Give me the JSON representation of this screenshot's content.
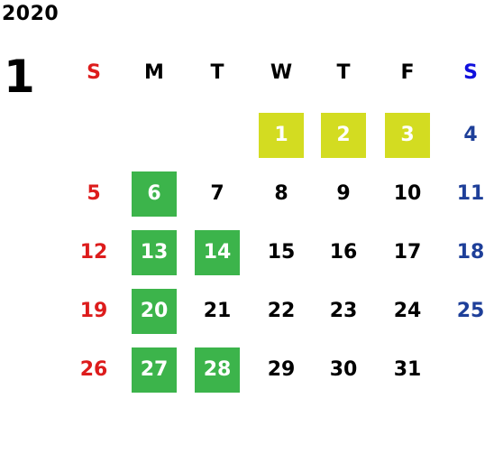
{
  "year": "2020",
  "month": "1",
  "weekdays": [
    {
      "label": "S",
      "type": "sun"
    },
    {
      "label": "M",
      "type": "weekday"
    },
    {
      "label": "T",
      "type": "weekday"
    },
    {
      "label": "W",
      "type": "weekday"
    },
    {
      "label": "T",
      "type": "weekday"
    },
    {
      "label": "F",
      "type": "weekday"
    },
    {
      "label": "S",
      "type": "sat"
    }
  ],
  "weeks": [
    [
      null,
      null,
      null,
      {
        "day": "1",
        "mark": "new-year"
      },
      {
        "day": "2",
        "mark": "new-year"
      },
      {
        "day": "3",
        "mark": "new-year"
      },
      {
        "day": "4"
      }
    ],
    [
      {
        "day": "5"
      },
      {
        "day": "6",
        "mark": "green"
      },
      {
        "day": "7"
      },
      {
        "day": "8"
      },
      {
        "day": "9"
      },
      {
        "day": "10"
      },
      {
        "day": "11"
      }
    ],
    [
      {
        "day": "12"
      },
      {
        "day": "13",
        "mark": "green"
      },
      {
        "day": "14",
        "mark": "green"
      },
      {
        "day": "15"
      },
      {
        "day": "16"
      },
      {
        "day": "17"
      },
      {
        "day": "18"
      }
    ],
    [
      {
        "day": "19"
      },
      {
        "day": "20",
        "mark": "green"
      },
      {
        "day": "21"
      },
      {
        "day": "22"
      },
      {
        "day": "23"
      },
      {
        "day": "24"
      },
      {
        "day": "25"
      }
    ],
    [
      {
        "day": "26"
      },
      {
        "day": "27",
        "mark": "green"
      },
      {
        "day": "28",
        "mark": "green"
      },
      {
        "day": "29"
      },
      {
        "day": "30"
      },
      {
        "day": "31"
      },
      null
    ]
  ],
  "colors": {
    "sunday_text": "#dd1c1c",
    "saturday_header": "#1010dd",
    "saturday_text": "#1e3f99",
    "weekday_text": "#000000",
    "highlight_green": "#3cb44b",
    "highlight_yellow": "#d3dc21",
    "highlight_text": "#ffffff"
  }
}
